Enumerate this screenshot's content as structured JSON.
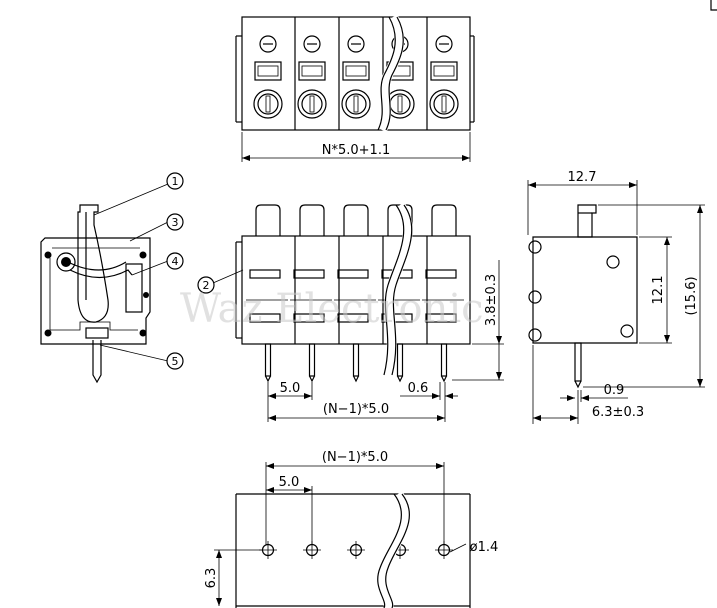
{
  "callouts": [
    "1",
    "2",
    "3",
    "4",
    "5"
  ],
  "dimensions": {
    "overall_width": "N*5.0+1.1",
    "pitch_front": "5.0",
    "span_front": "(N−1)*5.0",
    "pin_width": "0.6",
    "pin_length": "3.8±0.3",
    "side_depth": "12.7",
    "side_height": "12.1",
    "side_total_height": "(15.6)",
    "side_pin_width": "0.9",
    "side_pin_offset": "6.3±0.3",
    "span_bottom": "(N−1)*5.0",
    "pitch_bottom": "5.0",
    "hole_diameter": "ø1.4",
    "row_offset": "6.3"
  },
  "watermark": "Waz Electronic"
}
